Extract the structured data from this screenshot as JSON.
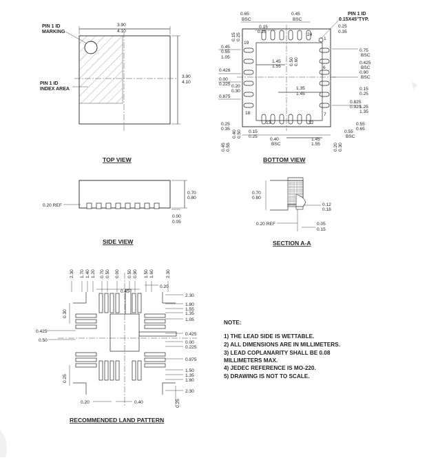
{
  "top_view": {
    "title": "TOP VIEW",
    "dim_w_min": "3.90",
    "dim_w_max": "4.10",
    "dim_h_min": "3.90",
    "dim_h_max": "4.10",
    "pin_marking": [
      "PIN 1 ID",
      "MARKING"
    ],
    "pin_index": [
      "PIN 1 ID",
      "INDEX AREA"
    ]
  },
  "bottom_view": {
    "title": "BOTTOM VIEW",
    "pin_id": [
      "PIN 1 ID",
      "0.15X45°TYP."
    ],
    "pins": {
      "p1": "1",
      "p6": "6",
      "p7": "7",
      "p12": "12",
      "p13": "13",
      "p18": "18",
      "p19": "19",
      "p24": "24"
    },
    "top_dims": [
      "0.65",
      "BSC",
      "0.15",
      "0.25",
      "0.45",
      "BSC",
      "0.25",
      "0.35"
    ],
    "left_dims": [
      "0.15",
      "0.25",
      "0.45",
      "0.55",
      "1.05",
      "0.426",
      "0.00",
      "0.225",
      "0.20",
      "0.30",
      "0.875"
    ],
    "center_dims": [
      "1.45",
      "1.55",
      "0.50",
      "0.60",
      "1.35",
      "1.45"
    ],
    "right_dims": [
      "0.75",
      "BSC",
      "0.425",
      "BSC",
      "0.90",
      "BSC",
      "0.15",
      "0.25",
      "0.825",
      "0.925",
      "1.25",
      "1.35"
    ],
    "bottom_dims": [
      "0.25",
      "0.35",
      "0.40",
      "0.50",
      "0.15",
      "0.25",
      "0.40",
      "BSC",
      "1.45",
      "1.55",
      "0.55",
      "0.65",
      "0.55",
      "BSC",
      "0.45",
      "0.55",
      "0.20",
      "0.30"
    ]
  },
  "side_view": {
    "title": "SIDE VIEW",
    "dims": [
      "0.70",
      "0.80",
      "0.20 REF",
      "0.00",
      "0.05"
    ]
  },
  "section": {
    "title": "SECTION A-A",
    "dims": [
      "0.70",
      "0.80",
      "0.12",
      "0.18",
      "0.20 REF",
      "0.05",
      "0.15"
    ]
  },
  "land_pattern": {
    "title": "RECOMMENDED LAND PATTERN",
    "top_dims": [
      "2.30",
      "1.70",
      "1.40",
      "1.20",
      "0.70",
      "0.50",
      "0.00",
      "0.50",
      "0.90",
      "1.50",
      "1.60",
      "2.30"
    ],
    "mid_dims": [
      "0.20",
      "0.45"
    ],
    "right_dims": [
      "2.30",
      "1.80",
      "1.55",
      "1.35",
      "1.05",
      "0.425",
      "0.00",
      "0.225",
      "0.875",
      "1.50",
      "1.35",
      "1.80",
      "2.30"
    ],
    "left_dims": [
      "0.30",
      "0.425",
      "0.50",
      "0.25"
    ],
    "bottom_dims": [
      "0.20",
      "0.40",
      "0.25"
    ]
  },
  "note": {
    "heading": "NOTE:",
    "lines": [
      "1) THE LEAD SIDE IS WETTABLE.",
      "2) ALL DIMENSIONS ARE IN MILLIMETERS.",
      "3) LEAD COPLANARITY SHALL BE 0.08",
      "MILLIMETERS MAX.",
      "4) JEDEC REFERENCE IS MO-220.",
      "5) DRAWING IS NOT TO SCALE."
    ]
  },
  "colors": {
    "ink": "#222222",
    "paper": "#ffffff",
    "hatch": "#555555"
  }
}
